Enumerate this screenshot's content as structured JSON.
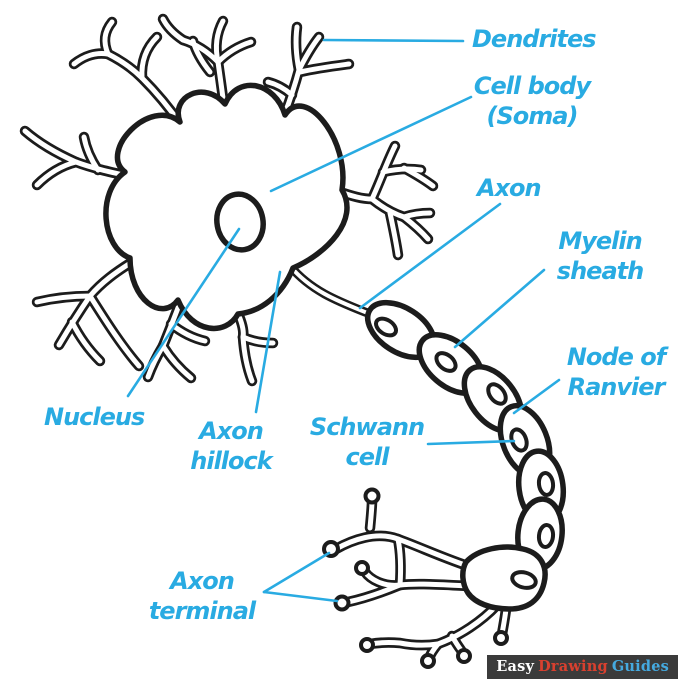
{
  "diagram_subject": "Neuron anatomy",
  "labels": {
    "dendrites": "Dendrites",
    "cell_body": {
      "line1": "Cell body",
      "line2": "(Soma)"
    },
    "axon": "Axon",
    "myelin_sheath": {
      "line1": "Myelin",
      "line2": "sheath"
    },
    "node_of_ranvier": {
      "line1": "Node of",
      "line2": "Ranvier"
    },
    "nucleus": "Nucleus",
    "axon_hillock": {
      "line1": "Axon",
      "line2": "hillock"
    },
    "schwann_cell": {
      "line1": "Schwann",
      "line2": "cell"
    },
    "axon_terminal": {
      "line1": "Axon",
      "line2": "terminal"
    }
  },
  "watermark": {
    "easy": "Easy",
    "drawing": "Drawing",
    "guides": "Guides"
  },
  "colors": {
    "label_text": "#29abe2",
    "leader_line": "#29abe2",
    "outline": "#1c1c1c",
    "watermark_background": "#3b3b3b",
    "watermark_easy": "#ffffff",
    "watermark_drawing": "#d8402f",
    "watermark_guides": "#45aae0"
  }
}
